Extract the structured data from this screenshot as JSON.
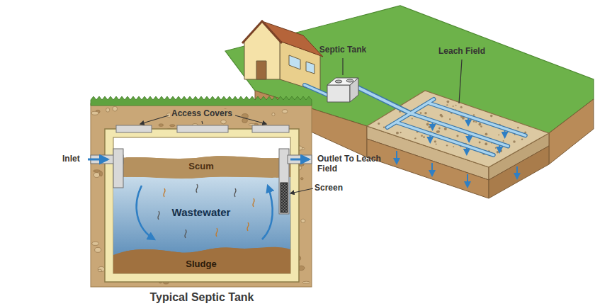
{
  "diagram": {
    "caption": "Typical Septic Tank",
    "nodes": [
      {
        "text": [
          "Scum"
        ]
      },
      {
        "text": [
          "Wastewater"
        ]
      },
      {
        "text": [
          "Sludge"
        ]
      }
    ],
    "labels": [
      "Access Covers",
      "Inlet",
      "Outlet To Leach Field",
      "Screen",
      "Septic Tank",
      "Leach Field"
    ]
  }
}
